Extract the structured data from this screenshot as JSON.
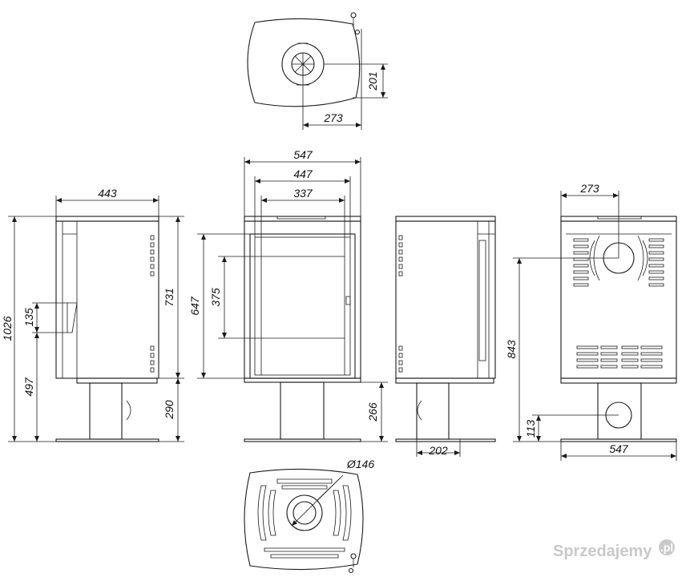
{
  "dimensions": {
    "top_offset": "201",
    "top_center": "273",
    "front_overall_width": "547",
    "front_inner_width": "447",
    "front_glass_width": "337",
    "front_height": "647",
    "front_glass_height": "375",
    "front_pedestal_height": "266",
    "side_depth": "443",
    "side_total_height": "1026",
    "side_body_height": "731",
    "side_handle": "135",
    "side_lower": "497",
    "side_pedestal": "290",
    "rside_base": "202",
    "back_top": "273",
    "back_outlet_height": "843",
    "back_lower_outlet": "113",
    "back_base_width": "547",
    "bottom_diameter": "Ø146"
  },
  "watermark": {
    "brand": "Sprzedajemy",
    "tld": ".pl"
  },
  "colors": {
    "line": "#1a1a1a",
    "background": "#ffffff",
    "watermark": "#c9c9c9"
  }
}
